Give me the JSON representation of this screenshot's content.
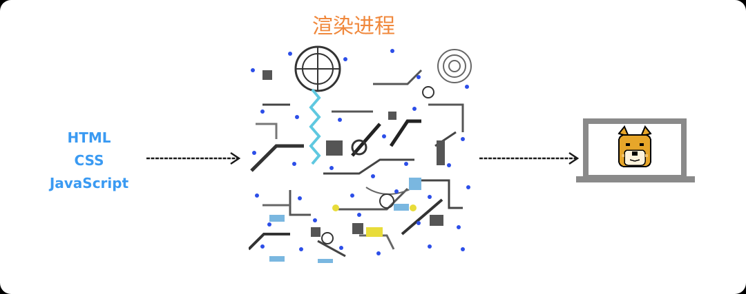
{
  "inputs": [
    "HTML",
    "CSS",
    "JavaScript"
  ],
  "process": {
    "title": "渲染进程",
    "title_color": "#f0883c"
  },
  "input_color": "#3a9af2",
  "machine_icon": "rube-goldberg-machine-illustration",
  "output_icon": "laptop-with-shiba-doge-pixel-art"
}
